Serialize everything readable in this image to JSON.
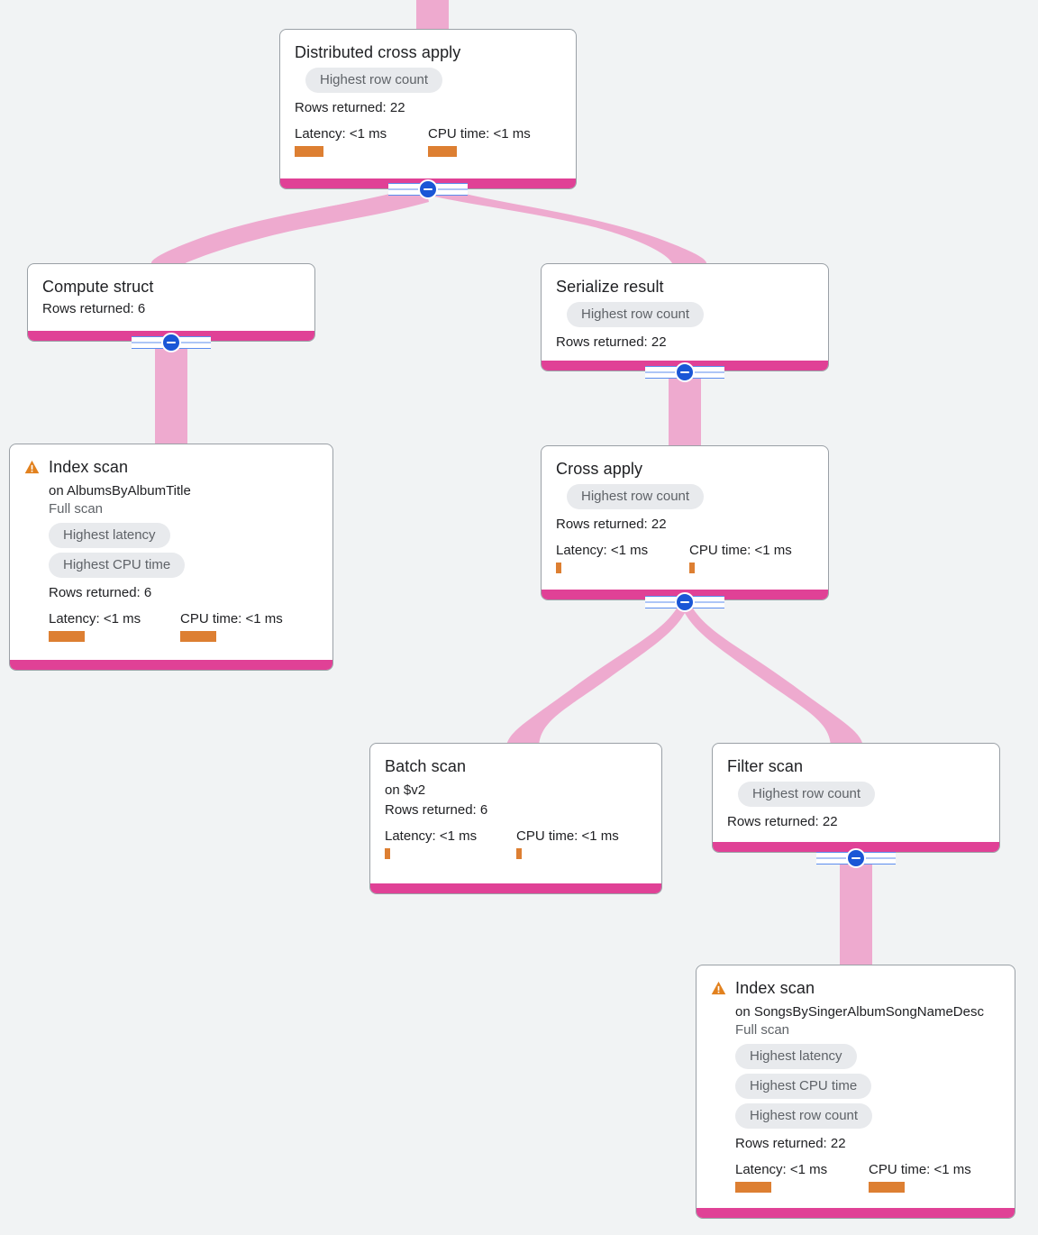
{
  "colors": {
    "background": "#f1f3f4",
    "node_footer": "#e04196",
    "edge": "#eeaacf",
    "bar": "#dd7f32",
    "badge_bg": "#e8eaed",
    "badge_text": "#5f6368",
    "toggle": "#1a56d6",
    "warning": "#e2811e"
  },
  "labels": {
    "rows_returned": "Rows returned:",
    "latency": "Latency:",
    "cpu_time": "CPU time:",
    "on_prefix": "on",
    "full_scan": "Full scan"
  },
  "nodes": [
    {
      "id": "distributed-cross-apply",
      "title": "Distributed cross apply",
      "warning": false,
      "badges": [
        "Highest row count"
      ],
      "rows_returned": "Rows returned: 22",
      "latency": "Latency: <1 ms",
      "cpu_time": "CPU time: <1 ms",
      "toggle": "collapse"
    },
    {
      "id": "compute-struct",
      "title": "Compute struct",
      "warning": false,
      "badges": [],
      "rows_returned": "Rows returned: 6",
      "toggle": "collapse"
    },
    {
      "id": "serialize-result",
      "title": "Serialize result",
      "warning": false,
      "badges": [
        "Highest row count"
      ],
      "rows_returned": "Rows returned: 22",
      "toggle": "collapse"
    },
    {
      "id": "index-scan-albums",
      "title": "Index scan",
      "warning": true,
      "subtitle": "on AlbumsByAlbumTitle",
      "subnote": "Full scan",
      "badges": [
        "Highest latency",
        "Highest CPU time"
      ],
      "rows_returned": "Rows returned: 6",
      "latency": "Latency: <1 ms",
      "cpu_time": "CPU time: <1 ms"
    },
    {
      "id": "cross-apply",
      "title": "Cross apply",
      "warning": false,
      "badges": [
        "Highest row count"
      ],
      "rows_returned": "Rows returned: 22",
      "latency": "Latency: <1 ms",
      "cpu_time": "CPU time: <1 ms",
      "toggle": "collapse"
    },
    {
      "id": "batch-scan",
      "title": "Batch scan",
      "warning": false,
      "subtitle": "on $v2",
      "badges": [],
      "rows_returned": "Rows returned: 6",
      "latency": "Latency: <1 ms",
      "cpu_time": "CPU time: <1 ms"
    },
    {
      "id": "filter-scan",
      "title": "Filter scan",
      "warning": false,
      "badges": [
        "Highest row count"
      ],
      "rows_returned": "Rows returned: 22",
      "toggle": "collapse"
    },
    {
      "id": "index-scan-songs",
      "title": "Index scan",
      "warning": true,
      "subtitle": "on SongsBySingerAlbumSongNameDesc",
      "subnote": "Full scan",
      "badges": [
        "Highest latency",
        "Highest CPU time",
        "Highest row count"
      ],
      "rows_returned": "Rows returned: 22",
      "latency": "Latency: <1 ms",
      "cpu_time": "CPU time: <1 ms"
    }
  ]
}
